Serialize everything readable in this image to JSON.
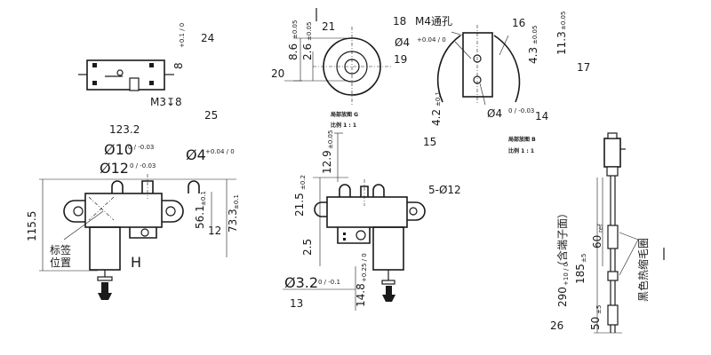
{
  "drawing": {
    "top_view": {
      "dim_height": "8",
      "tol_height": "+0.1 / 0",
      "screw_callout": "M3↧8",
      "label_24": "24",
      "label_25": "25"
    },
    "front_view": {
      "dim_width": "123.2",
      "dia10": "Ø10",
      "dia10_tol": "0 / -0.03",
      "dia12": "Ø12",
      "dia12_tol": "0 / -0.03",
      "dia4": "Ø4",
      "dia4_tol": "+0.04 / 0",
      "dim_total_height": "115.5",
      "dim_56": "56.1",
      "dim_56_tol": "±0.1",
      "dim_73": "73.3",
      "dim_73_tol": "±0.1",
      "label_12": "12",
      "label_H": "H",
      "tag_label": "标签",
      "tag_position": "位置"
    },
    "round_view": {
      "dim_86": "8.6",
      "dim_86_tol": "±0.05",
      "dim_26": "2.6",
      "dim_26_tol": "±0.05",
      "label_21": "21",
      "label_20": "20",
      "section_title": "局部放图 G",
      "scale": "比例 1 : 1"
    },
    "detail_view": {
      "label_18": "18",
      "thread_note": "M4通孔",
      "label_16": "16",
      "dia4_a": "Ø4",
      "dia4_a_tol": "+0.04 / 0",
      "label_19": "19",
      "dim_43": "4.3",
      "dim_43_tol": "±0.05",
      "dim_113": "11.3",
      "dim_113_tol": "±0.05",
      "label_17": "17",
      "dim_42": "4.2",
      "dim_42_tol": "±0.1",
      "dia4_b": "Ø4",
      "dia4_b_tol": "0 / -0.03",
      "label_14": "14",
      "label_15": "15",
      "section_title": "局部放图 B",
      "scale": "比例 1 : 1"
    },
    "side_view": {
      "dim_129": "12.9",
      "dim_129_tol": "±0.05",
      "dim_215": "21.5",
      "dim_215_tol": "±0.2",
      "holes": "5-Ø12",
      "dim_25": "2.5",
      "dia32": "Ø3.2",
      "dia32_tol": "0 / -0.1",
      "dim_148": "14.8",
      "dim_148_tol": "+0.25 / 0",
      "label_13": "13"
    },
    "cable_view": {
      "length_note": "290",
      "length_tol": "+10 / 0",
      "length_suffix": "（含端子面）",
      "dim_185": "185",
      "dim_185_tol": "±5",
      "dim_60": "60",
      "dim_60_ref": "ref",
      "dim_50": "50",
      "dim_50_tol": "±5",
      "label_26": "26",
      "sleeve_note": "黑色热缩毛圈"
    }
  }
}
